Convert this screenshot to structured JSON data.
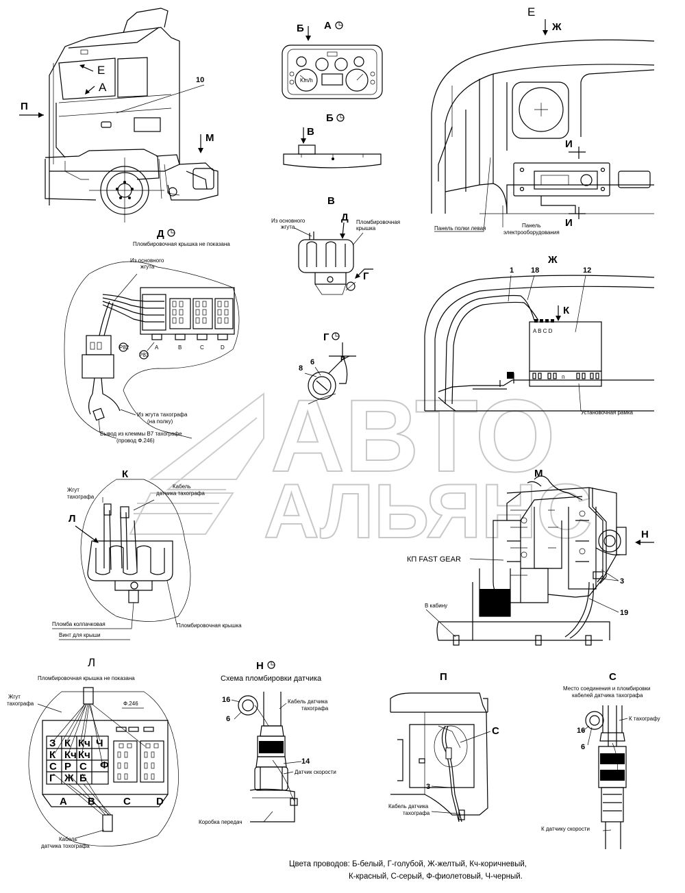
{
  "watermark": {
    "line1": "АВТО",
    "line2": "АЛЬЯНС"
  },
  "views": {
    "e": "Е",
    "zh": "Ж",
    "a": "А",
    "b_arrow": "Б",
    "a_view": "А",
    "b_view": "Б",
    "v_arrow": "В",
    "v_view": "В",
    "p": "П",
    "m": "М",
    "d_view": "Д",
    "g_view": "Г",
    "zh_view": "Ж",
    "k": "К",
    "i1": "И",
    "i2": "И",
    "d_arrow": "Д",
    "g_arrow": "Г",
    "k_view": "К",
    "l": "Л",
    "l_view": "Л",
    "n_view": "Н",
    "n_arrow": "Н",
    "m_view": "М",
    "p_view": "П",
    "s_view": "С",
    "r": "Р",
    "s_mark": "С"
  },
  "captions": {
    "d_note": "Пломбировочная крышка не показана",
    "main_harness": "Из основного\nжгута",
    "main_harness_v": "Из основного\nжгута",
    "seal_cover_v": "Пломбировочная\nкрышка",
    "tacho_harness_shelf": "Из жгута тахографа\n(на полку)",
    "b7_output": "Вывод из клеммы В7 тахографе\n(провод Ф.246)",
    "panel_shelf_left": "Панель полки левая",
    "panel_electric": "Панель\nэлектрооборудования",
    "install_frame": "Установочная рамка",
    "tacho_harness_k": "Жгут\nтахографа",
    "tacho_sensor_cable_k": "Кабель\nдатчика тахографа",
    "cap_seal": "Пломба колпачковая",
    "roof_screw": "Винт для крыши",
    "seal_cover_k": "Пломбировочная крышка",
    "gearbox_fast": "КП FAST GEAR",
    "to_cab": "В кабину",
    "l_note": "Пломбировочная крышка не показана",
    "tacho_harness_l": "Жгут\nтахографа",
    "f246": "Ф.246",
    "tacho_cable_l": "Кабель\nдатчика тохографа",
    "sensor_scheme": "Схема пломбировки датчика",
    "sensor_cable_n": "Кабель датчика\nтахографа",
    "speed_sensor": "Датчик скорости",
    "gearbox": "Коробка передач",
    "tacho_cable_p": "Кабель датчика\nтахографа",
    "joint_place": "Место соединения и пломбировки\nкабелей датчика тахографа",
    "to_tacho": "К тахографу",
    "to_speed_sensor": "К датчику скорости"
  },
  "numbers": {
    "n10": "10",
    "n1": "1",
    "n18": "18",
    "n12": "12",
    "n6a": "6",
    "n8": "8",
    "n3a": "3",
    "n19": "19",
    "n16a": "16",
    "n6b": "6",
    "n14": "14",
    "n3b": "3",
    "n16b": "16",
    "n6c": "6",
    "p83": "Р83",
    "p82": "Р82",
    "abcd": "A B C D"
  },
  "connector_labels": {
    "cols": [
      "A",
      "B",
      "C",
      "D"
    ],
    "small_cols": [
      "A",
      "B",
      "C",
      "D"
    ],
    "pins": [
      "З",
      "К",
      "Кч",
      "Ч",
      "К",
      "Кч",
      "Кч",
      "С",
      "Р",
      "С",
      "Ф",
      "Г",
      "Ж",
      "Б"
    ]
  },
  "legend": {
    "line1": "Цвета проводов: Б-белый, Г-голубой, Ж-желтый, Кч-коричневый,",
    "line2": "К-красный, С-серый, Ф-фиолетовый, Ч-черный."
  }
}
